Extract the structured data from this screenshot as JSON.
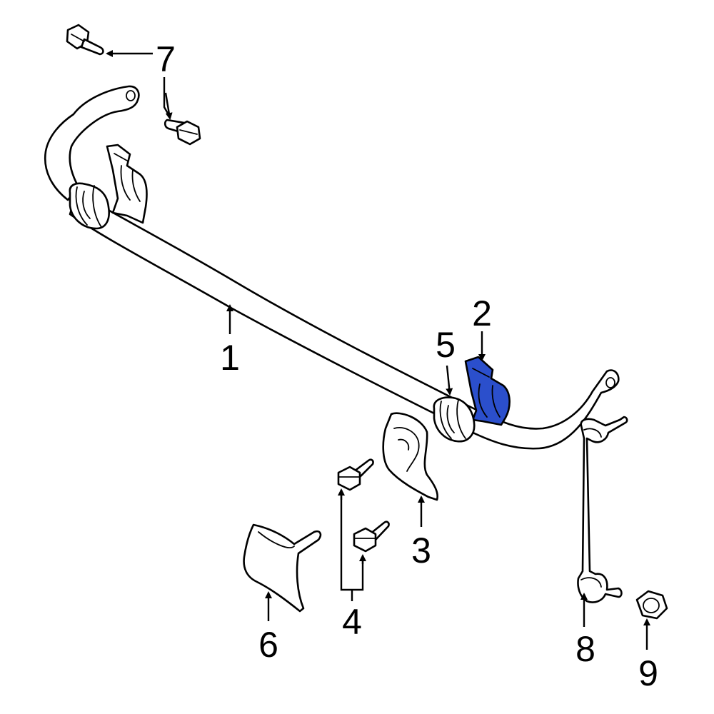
{
  "callouts": {
    "c1": "1",
    "c2": "2",
    "c3": "3",
    "c4": "4",
    "c5": "5",
    "c6": "6",
    "c7": "7",
    "c8": "8",
    "c9": "9"
  },
  "colors": {
    "highlight": "#2b4fcc",
    "line": "#000000",
    "background": "#ffffff"
  }
}
